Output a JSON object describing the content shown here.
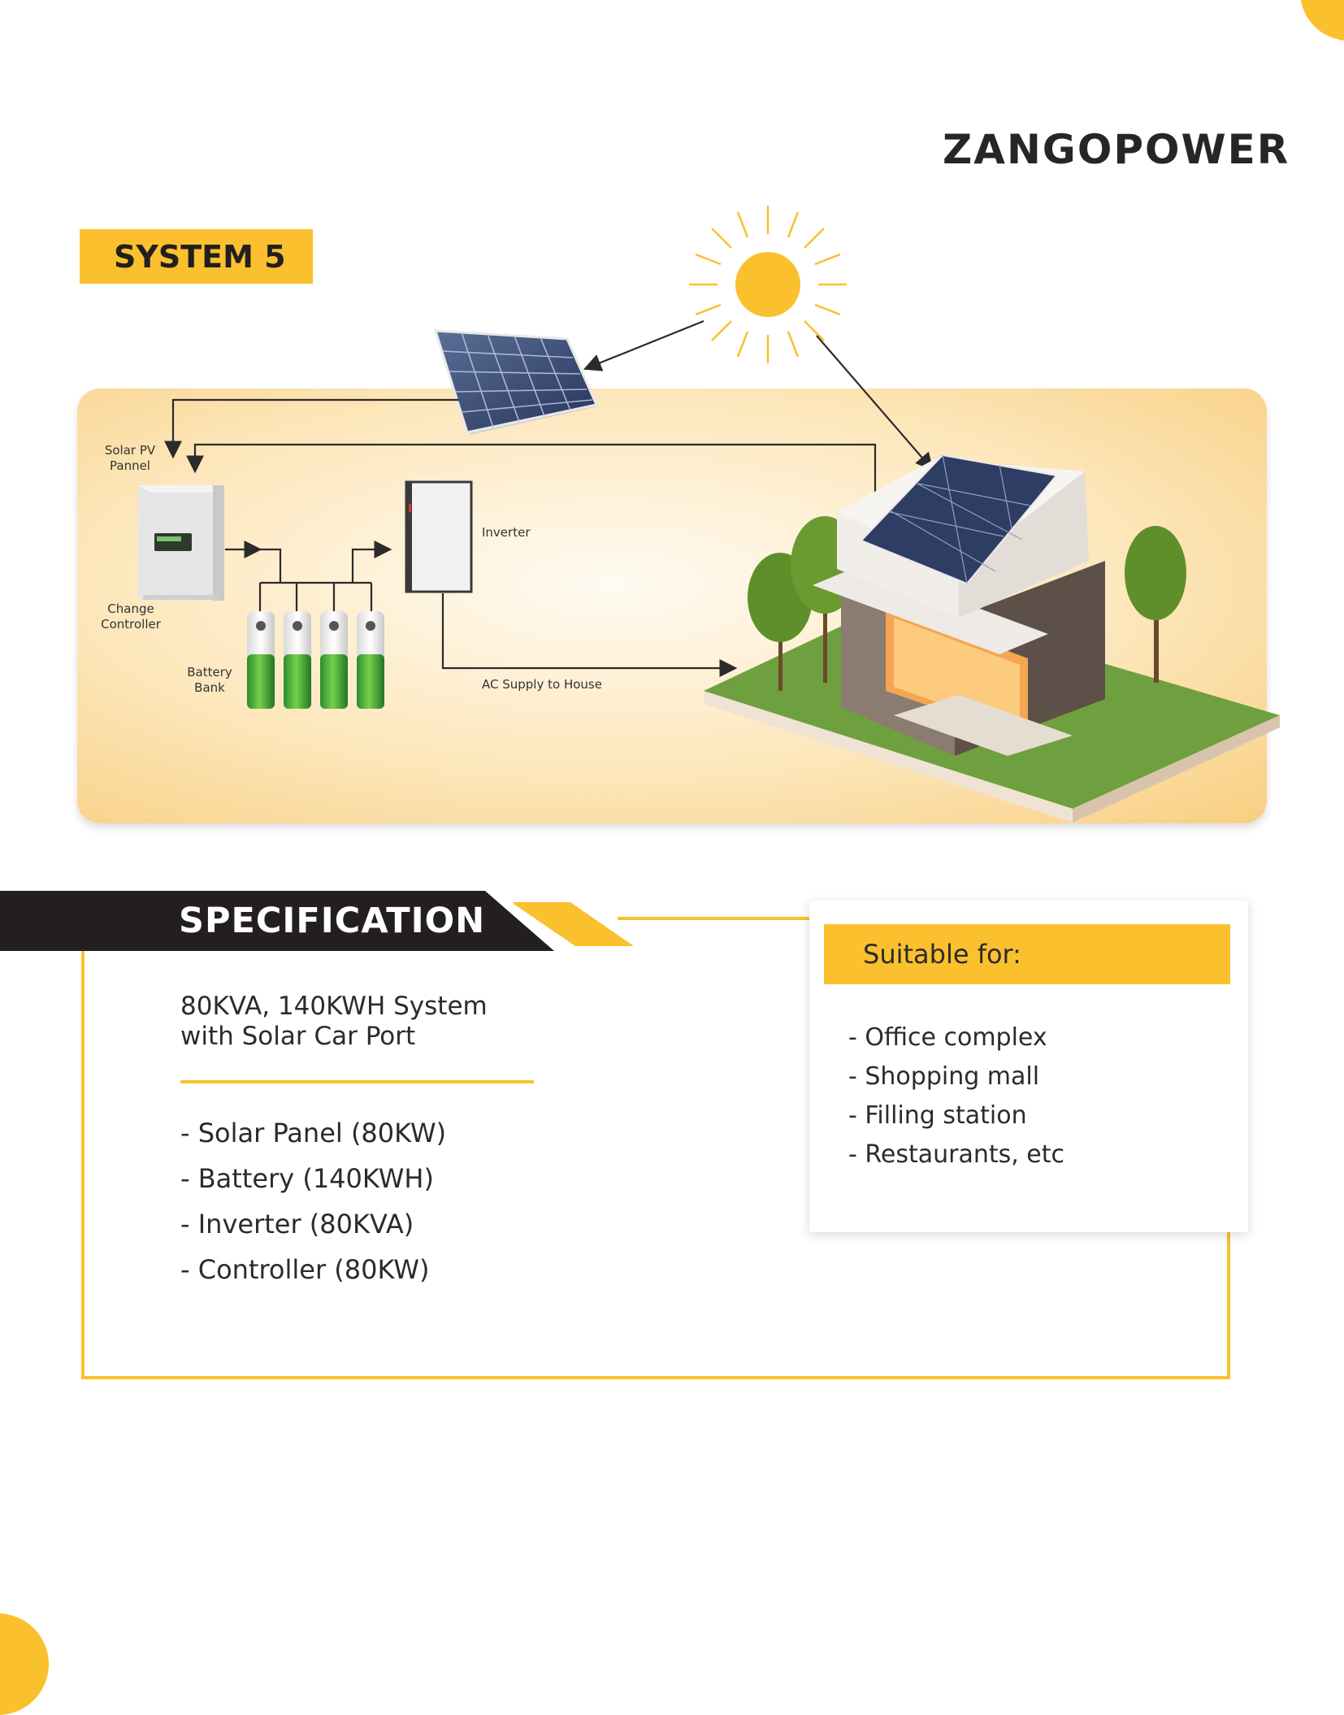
{
  "brand": {
    "name": "ZANGOPOWER"
  },
  "system": {
    "title": "SYSTEM 5"
  },
  "diagram": {
    "labels": {
      "solar_pv_panel": "Solar PV\nPannel",
      "charge_controller": "Change\nController",
      "battery_bank": "Battery\nBank",
      "inverter": "Inverter",
      "ac_supply": "AC Supply to House"
    }
  },
  "specification": {
    "title": "SPECIFICATION",
    "system_description": "80KVA, 140KWH System\nwith Solar Car Port",
    "components": [
      "- Solar Panel (80KW)",
      "- Battery (140KWH)",
      "- Inverter (80KVA)",
      "- Controller (80KW)"
    ]
  },
  "suitable_for": {
    "title": "Suitable for:",
    "items": [
      "- Office complex",
      "- Shopping mall",
      "- Filling station",
      "- Restaurants, etc"
    ]
  },
  "colors": {
    "accent": "#FBC02D",
    "dark": "#231F20",
    "text": "#2B2B2B"
  },
  "icons": [
    "sun-icon",
    "solar-panel-icon",
    "charge-controller-icon",
    "battery-icon",
    "inverter-icon",
    "house-icon",
    "tree-icon"
  ]
}
